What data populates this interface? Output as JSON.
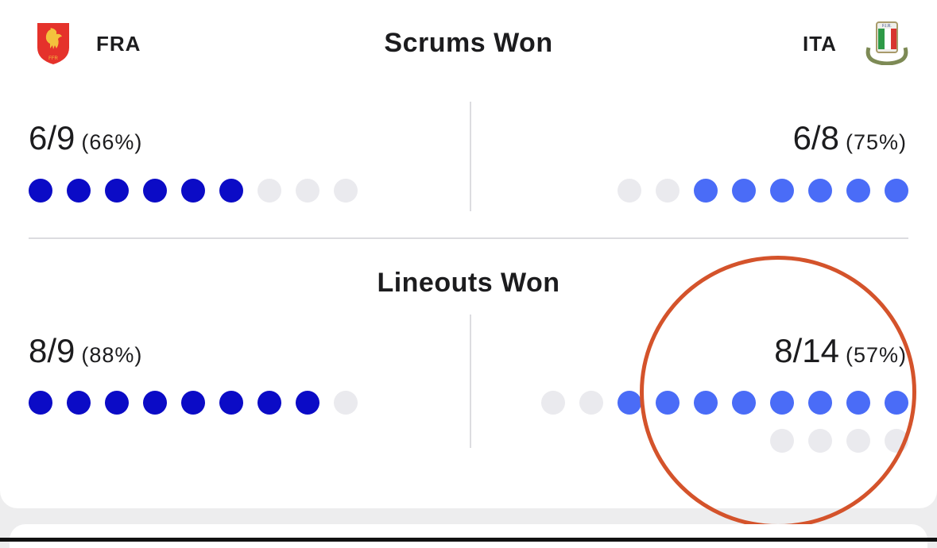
{
  "header": {
    "home": {
      "code": "FRA",
      "logo": "fra-rugby-crest-icon",
      "logo_text": "FFR"
    },
    "away": {
      "code": "ITA",
      "logo": "ita-rugby-crest-icon",
      "logo_text": "F.I.R."
    }
  },
  "colors": {
    "home_dot": "#0b0bc6",
    "away_dot": "#4a6cf7",
    "empty_dot": "#eaeaee",
    "annotation": "#d4532b"
  },
  "stats": [
    {
      "title": "Scrums Won",
      "home": {
        "fraction": "6/9",
        "percent": "(66%)",
        "won": 6,
        "total": 9
      },
      "away": {
        "fraction": "6/8",
        "percent": "(75%)",
        "won": 6,
        "total": 8
      }
    },
    {
      "title": "Lineouts Won",
      "home": {
        "fraction": "8/9",
        "percent": "(88%)",
        "won": 8,
        "total": 9
      },
      "away": {
        "fraction": "8/14",
        "percent": "(57%)",
        "won": 8,
        "total": 14
      }
    }
  ]
}
